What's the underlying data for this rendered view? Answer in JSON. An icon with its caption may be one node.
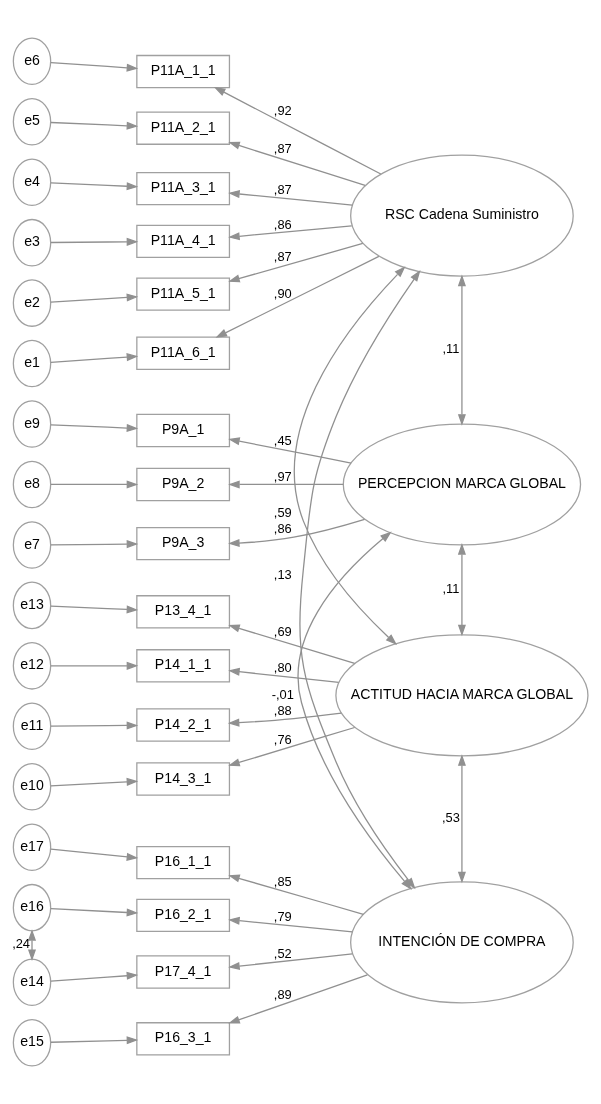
{
  "diagram": {
    "nodes": [
      {
        "text": [
          "e6"
        ]
      },
      {
        "text": [
          "P11A_1_1"
        ]
      },
      {
        "text": [
          "e5"
        ]
      },
      {
        "text": [
          "P11A_2_1"
        ]
      },
      {
        "text": [
          "e4"
        ]
      },
      {
        "text": [
          "P11A_3_1"
        ]
      },
      {
        "text": [
          "e3"
        ]
      },
      {
        "text": [
          "P11A_4_1"
        ]
      },
      {
        "text": [
          "e2"
        ]
      },
      {
        "text": [
          "P11A_5_1"
        ]
      },
      {
        "text": [
          "e1"
        ]
      },
      {
        "text": [
          "P11A_6_1"
        ]
      },
      {
        "text": [
          "RSC Cadena Suministro"
        ]
      },
      {
        "text": [
          "e9"
        ]
      },
      {
        "text": [
          "P9A_1"
        ]
      },
      {
        "text": [
          "e8"
        ]
      },
      {
        "text": [
          "P9A_2"
        ]
      },
      {
        "text": [
          "e7"
        ]
      },
      {
        "text": [
          "P9A_3"
        ]
      },
      {
        "text": [
          "PERCEPCION MARCA GLOBAL"
        ]
      },
      {
        "text": [
          "e13"
        ]
      },
      {
        "text": [
          "P13_4_1"
        ]
      },
      {
        "text": [
          "e12"
        ]
      },
      {
        "text": [
          "P14_1_1"
        ]
      },
      {
        "text": [
          "e11"
        ]
      },
      {
        "text": [
          "P14_2_1"
        ]
      },
      {
        "text": [
          "e10"
        ]
      },
      {
        "text": [
          "P14_3_1"
        ]
      },
      {
        "text": [
          "ACTITUD HACIA MARCA GLOBAL"
        ]
      },
      {
        "text": [
          "e17"
        ]
      },
      {
        "text": [
          "P16_1_1"
        ]
      },
      {
        "text": [
          "e16"
        ]
      },
      {
        "text": [
          "P16_2_1"
        ]
      },
      {
        "text": [
          "e15"
        ]
      },
      {
        "text": [
          "P16_3_1"
        ]
      },
      {
        "text": [
          "e14"
        ]
      },
      {
        "text": [
          "P17_4_1"
        ]
      },
      {
        "text": [
          "INTENCIÓN DE COMPRA"
        ]
      }
    ],
    "edges": [
      {
        "from": 0,
        "to": 1,
        "arrow": "to"
      },
      {
        "from": 2,
        "to": 3,
        "arrow": "to"
      },
      {
        "from": 4,
        "to": 5,
        "arrow": "to"
      },
      {
        "from": 6,
        "to": 7,
        "arrow": "to"
      },
      {
        "from": 8,
        "to": 9,
        "arrow": "to"
      },
      {
        "from": 10,
        "to": 11,
        "arrow": "to"
      },
      {
        "from": 12,
        "to": 1,
        "arrow": "to",
        "label": ",92"
      },
      {
        "from": 12,
        "to": 3,
        "arrow": "to",
        "label": ",87"
      },
      {
        "from": 12,
        "to": 5,
        "arrow": "to",
        "label": ",87"
      },
      {
        "from": 12,
        "to": 7,
        "arrow": "to",
        "label": ",86"
      },
      {
        "from": 12,
        "to": 9,
        "arrow": "to",
        "label": ",87"
      },
      {
        "from": 12,
        "to": 11,
        "arrow": "to",
        "label": ",90"
      },
      {
        "from": 13,
        "to": 14,
        "arrow": "to"
      },
      {
        "from": 15,
        "to": 16,
        "arrow": "to"
      },
      {
        "from": 17,
        "to": 18,
        "arrow": "to"
      },
      {
        "from": 19,
        "to": 14,
        "arrow": "to",
        "label": ",45"
      },
      {
        "from": 19,
        "to": 16,
        "arrow": "to",
        "label": ",97"
      },
      {
        "from": 19,
        "to": 18,
        "arrow": "to",
        "label": ",86"
      },
      {
        "from": 20,
        "to": 21,
        "arrow": "to"
      },
      {
        "from": 22,
        "to": 23,
        "arrow": "to"
      },
      {
        "from": 24,
        "to": 25,
        "arrow": "to"
      },
      {
        "from": 26,
        "to": 27,
        "arrow": "to"
      },
      {
        "from": 28,
        "to": 21,
        "arrow": "to",
        "label": ",69"
      },
      {
        "from": 28,
        "to": 23,
        "arrow": "to",
        "label": ",80"
      },
      {
        "from": 28,
        "to": 25,
        "arrow": "to",
        "label": ",88"
      },
      {
        "from": 28,
        "to": 27,
        "arrow": "to",
        "label": ",76"
      },
      {
        "from": 29,
        "to": 30,
        "arrow": "to"
      },
      {
        "from": 31,
        "to": 32,
        "arrow": "to"
      },
      {
        "from": 33,
        "to": 34,
        "arrow": "to"
      },
      {
        "from": 35,
        "to": 36,
        "arrow": "to"
      },
      {
        "from": 37,
        "to": 30,
        "arrow": "to",
        "label": ",85"
      },
      {
        "from": 37,
        "to": 32,
        "arrow": "to",
        "label": ",79"
      },
      {
        "from": 37,
        "to": 34,
        "arrow": "to",
        "label": ",89"
      },
      {
        "from": 37,
        "to": 36,
        "arrow": "to",
        "label": ",52"
      },
      {
        "from": 31,
        "to": 35,
        "arrow": "both",
        "label": ",24"
      },
      {
        "from": 12,
        "to": 19,
        "arrow": "both",
        "label": ",11"
      },
      {
        "from": 12,
        "to": 28,
        "arrow": "both",
        "label": ",59"
      },
      {
        "from": 12,
        "to": 37,
        "arrow": "both",
        "label": ",13"
      },
      {
        "from": 19,
        "to": 28,
        "arrow": "both",
        "label": ",11"
      },
      {
        "from": 19,
        "to": 37,
        "arrow": "both",
        "label": "-,01"
      },
      {
        "from": 28,
        "to": 37,
        "arrow": "both",
        "label": ",53"
      }
    ]
  }
}
